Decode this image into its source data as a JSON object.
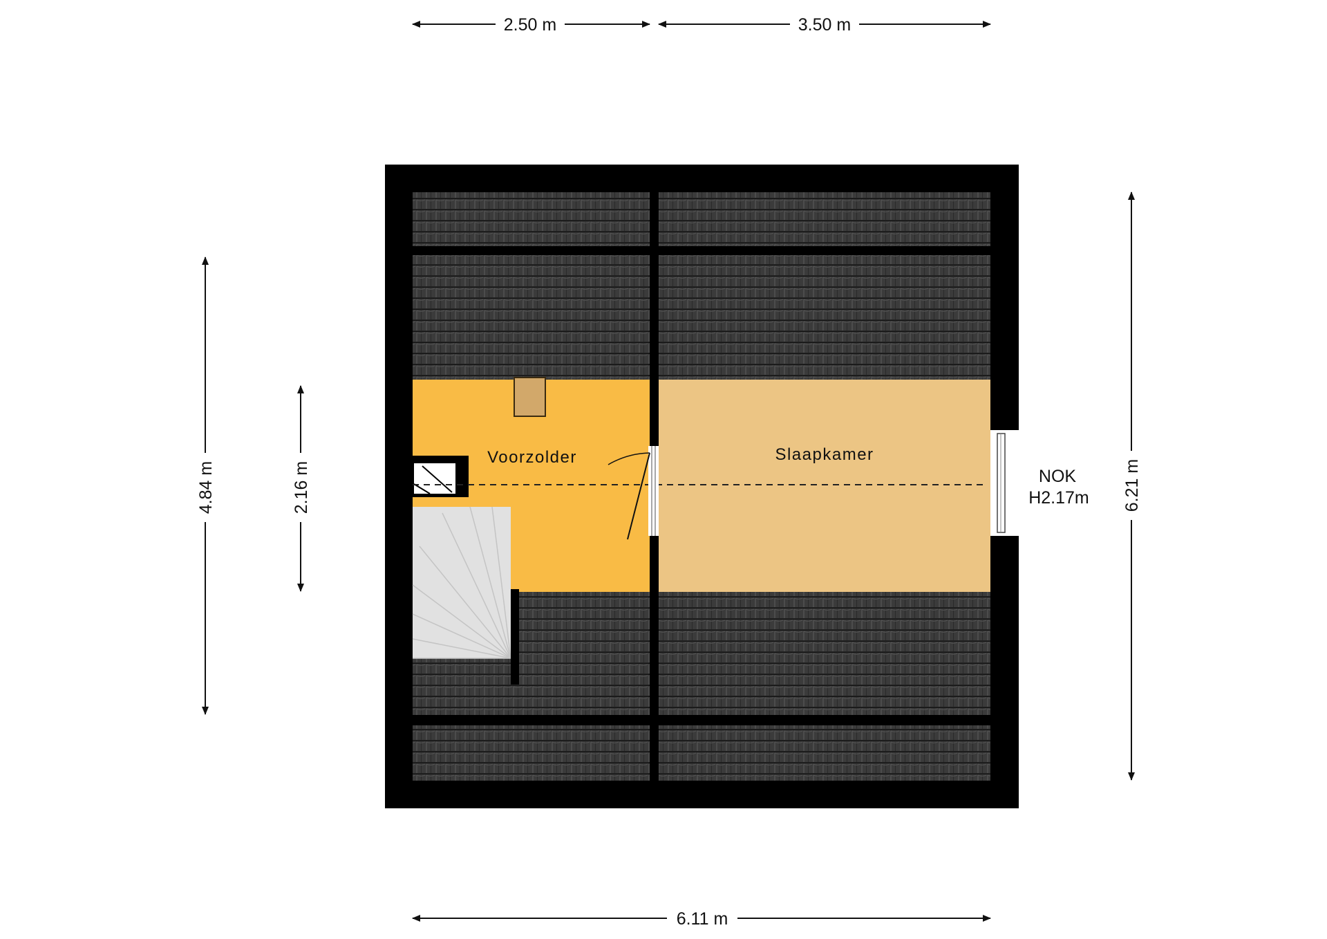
{
  "rooms": {
    "voorzolder": "Voorzolder",
    "slaapkamer": "Slaapkamer"
  },
  "nok": {
    "label": "NOK",
    "height": "H2.17m"
  },
  "dimensions": {
    "top_left": "2.50 m",
    "top_right": "3.50 m",
    "bottom": "6.11 m",
    "left_outer": "4.84 m",
    "left_inner": "2.16 m",
    "right": "6.21 m"
  },
  "colors": {
    "walls": "#000000",
    "roof_tiles": "#3b3b3b",
    "voorzolder_floor": "#f9bb45",
    "slaapkamer_floor": "#ecc584",
    "hatch": "#d2a86a",
    "stairs": "#e1e1e1",
    "dimension_lines": "#111111"
  }
}
